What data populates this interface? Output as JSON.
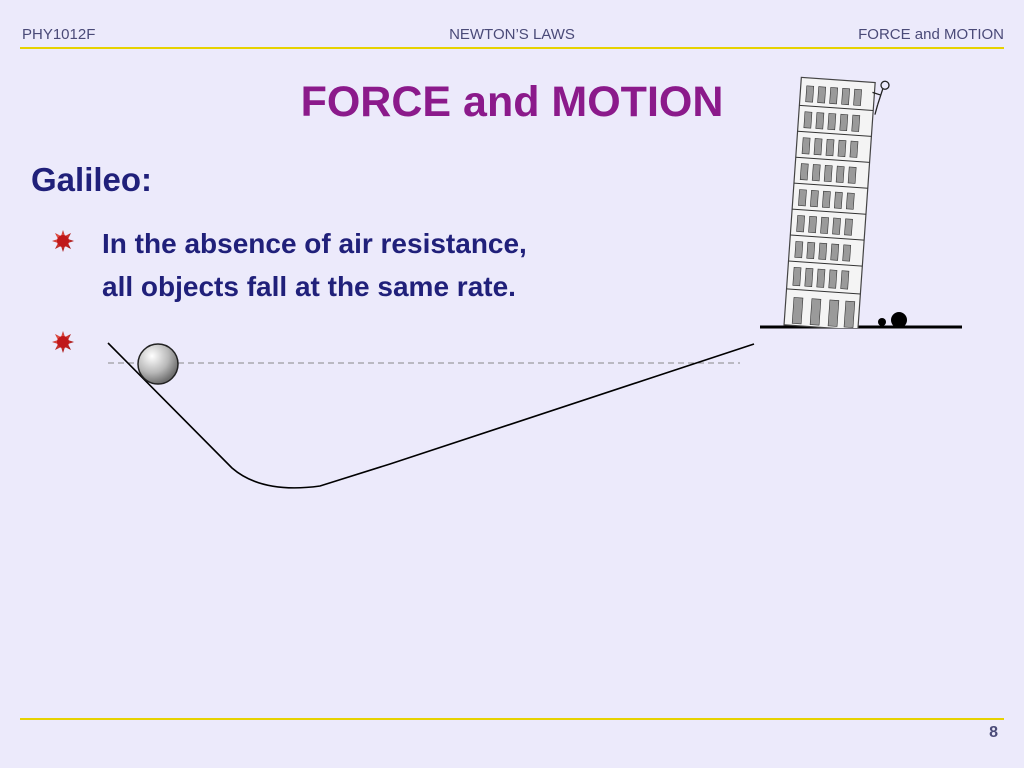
{
  "header": {
    "left": "PHY1012F",
    "center": "NEWTON’S LAWS",
    "right": "FORCE and MOTION"
  },
  "slide": {
    "title": "FORCE and MOTION",
    "heading": "Galileo:",
    "bullets": [
      {
        "lines": [
          "In the absence of air resistance,",
          "all objects fall at the same rate."
        ]
      },
      {
        "lines": []
      }
    ],
    "page_number": "8"
  },
  "colors": {
    "background": "#eceafb",
    "title": "#8b1a8b",
    "text": "#20207a",
    "rule": "#e6d200",
    "bullet": "#c0181a"
  },
  "icons": {
    "bullet": "red-starburst-bullet-icon",
    "tower": "leaning-tower-of-pisa-icon",
    "ball": "steel-ball-icon"
  }
}
